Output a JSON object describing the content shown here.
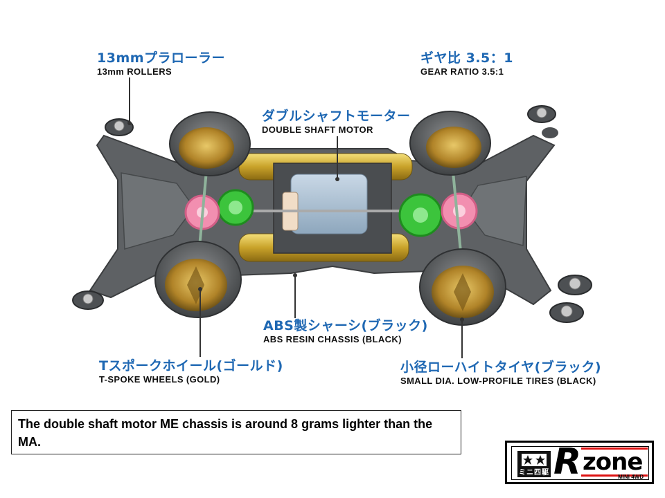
{
  "labels": {
    "rollers": {
      "jp": "13mmプラローラー",
      "en": "13mm ROLLERS"
    },
    "gear_ratio": {
      "jp": "ギヤ比 3.5：1",
      "en": "GEAR RATIO 3.5:1"
    },
    "motor": {
      "jp": "ダブルシャフトモーター",
      "en": "DOUBLE SHAFT MOTOR"
    },
    "chassis": {
      "jp": "ABS製シャーシ(ブラック)",
      "en": "ABS RESIN CHASSIS (BLACK)"
    },
    "wheels": {
      "jp": "Tスポークホイール(ゴールド)",
      "en": "T-SPOKE WHEELS (GOLD)"
    },
    "tires": {
      "jp": "小径ローハイトタイヤ(ブラック)",
      "en": "SMALL DIA. LOW-PROFILE TIRES (BLACK)"
    }
  },
  "note": "The double shaft motor ME chassis is around 8 grams lighter than the MA.",
  "logo": {
    "mark_jp": "ミニ四駆",
    "r": "R",
    "zone": "zone",
    "sub": "MINI 4WD"
  },
  "colors": {
    "label_jp": "#1f68b3",
    "chassis": "#5d6063",
    "wheel_gold": "#b8892c",
    "gear_pink": "#f28fb0",
    "gear_green": "#3cc43c",
    "battery_gold": "#d9b42c",
    "logo_red": "#dd1111"
  }
}
